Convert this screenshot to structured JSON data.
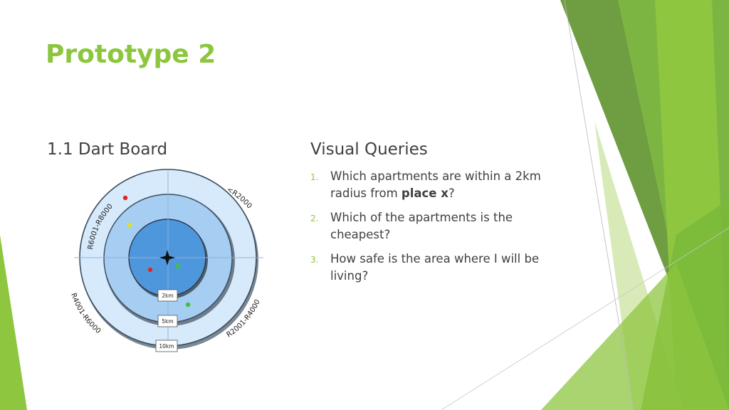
{
  "slide": {
    "title": "Prototype 2",
    "left_heading": "1.1 Dart Board",
    "right_heading": "Visual Queries"
  },
  "queries": [
    {
      "number": "1.",
      "text_before": "Which apartments are within a 2km radius from ",
      "bold": "place x",
      "text_after": "?"
    },
    {
      "number": "2.",
      "text": "Which of the apartments is the cheapest?"
    },
    {
      "number": "3.",
      "text": "How safe is the area where I will be living?"
    }
  ],
  "dartboard": {
    "quadrant_labels": {
      "top_left": "R6001-R8000",
      "top_right": "<R2000",
      "bottom_right": "R2001-R4000",
      "bottom_left": "R4001-R6000"
    },
    "radius_labels": [
      "2km",
      "5km",
      "10km"
    ],
    "center_marker": "four-point-star"
  },
  "colors": {
    "accent": "#8cc63e",
    "text": "#404040",
    "ring_outer": "#d6eafc",
    "ring_middle": "#a6cdf2",
    "ring_inner": "#4f97dc",
    "dot_red": "#e0271f",
    "dot_green": "#3bc43a",
    "dot_yellow": "#e3e11f"
  }
}
